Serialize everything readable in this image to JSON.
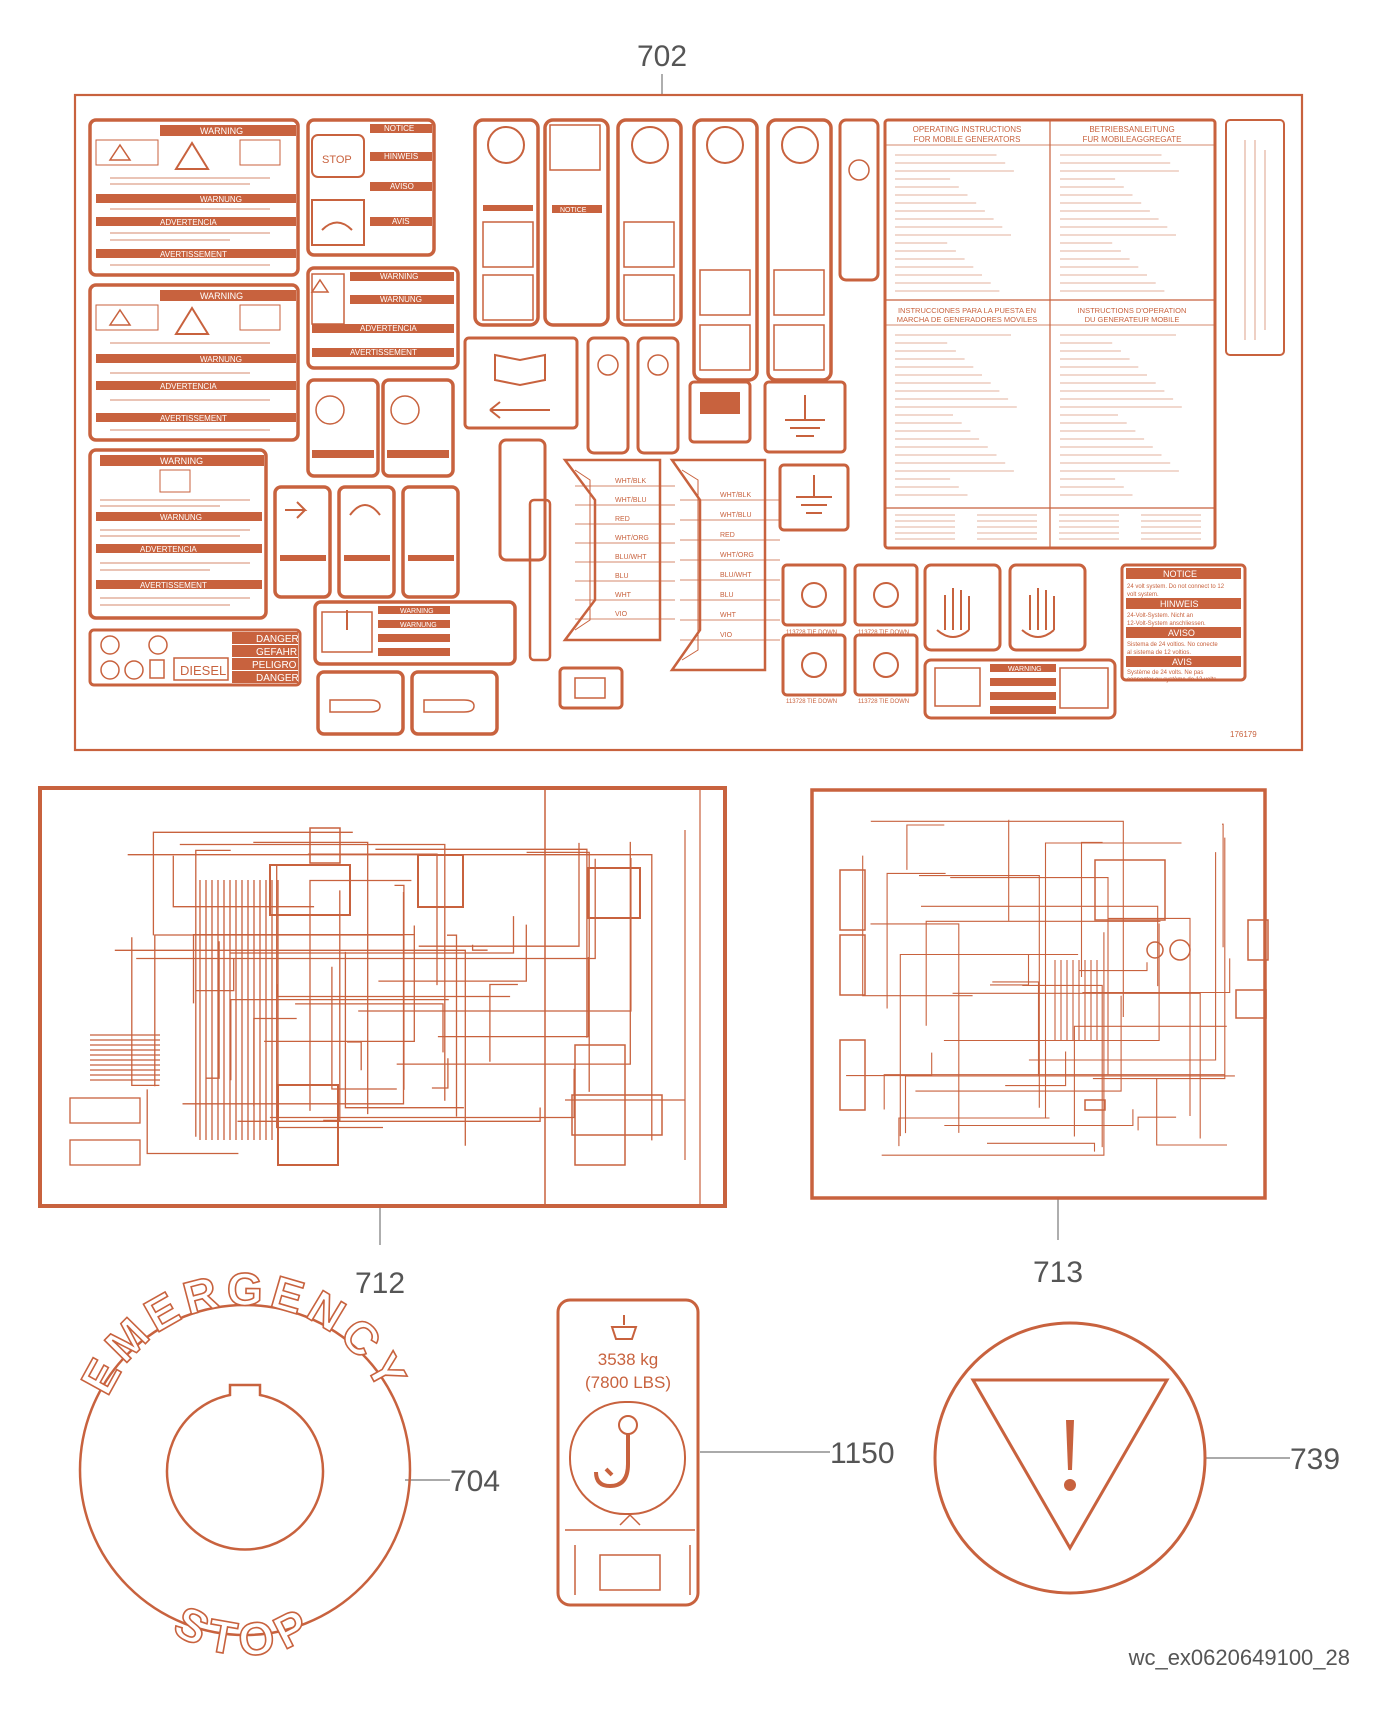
{
  "colors": {
    "ink": "#c8623e",
    "lead": "#555555",
    "bg": "#ffffff"
  },
  "callouts": {
    "c702": "702",
    "c712": "712",
    "c713": "713",
    "c704": "704",
    "c1150": "1150",
    "c739": "739"
  },
  "sheet_number": "176179",
  "label_headers": {
    "warning": "WARNING",
    "warnung": "WARNUNG",
    "advertencia": "ADVERTENCIA",
    "avertissement": "AVERTISSEMENT",
    "notice": "NOTICE",
    "hinweis": "HINWEIS",
    "aviso": "AVISO",
    "avis": "AVIS",
    "danger": "DANGER",
    "gefahr": "GEFAHR",
    "peligro": "PELIGRO",
    "diesel": "DIESEL",
    "stop": "STOP"
  },
  "instructions": {
    "en": [
      "OPERATING INSTRUCTIONS",
      "FOR MOBILE GENERATORS"
    ],
    "de": [
      "BETRIEBSANLEITUNG",
      "FUR MOBILEAGGREGATE"
    ],
    "es": [
      "INSTRUCCIONES PARA LA PUESTA EN",
      "MARCHA DE GENERADORES MOVILES"
    ],
    "fr": [
      "INSTRUCTIONS D'OPERATION",
      "DU GENERATEUR MOBILE"
    ]
  },
  "notice_24v": {
    "notice": "NOTICE",
    "en": [
      "24 volt system.  Do not connect to 12",
      "volt system."
    ],
    "hinweis": "HINWEIS",
    "de": [
      "24-Volt-System. Nicht an",
      "12-Volt-System anschliessen."
    ],
    "aviso": "AVISO",
    "es": [
      "Sistema de 24 voltios. No conecte",
      "al sistema de 12 voltios."
    ],
    "avis": "AVIS",
    "fr": [
      "Système de 24 volts. Ne pas",
      "connecter au système de 12 volts."
    ]
  },
  "tie_down": [
    "113728 TIE DOWN",
    "113728 TIE DOWN",
    "113728 TIE DOWN",
    "113728 TIE DOWN"
  ],
  "wire_colors_left": [
    "WHT/BLK",
    "WHT/BLU",
    "RED",
    "WHT/ORG",
    "BLU/WHT",
    "BLU",
    "WHT",
    "VIO"
  ],
  "wire_colors_right": [
    "WHT/BLK",
    "WHT/BLU",
    "RED",
    "WHT/ORG",
    "BLU/WHT",
    "BLU",
    "WHT",
    "VIO"
  ],
  "emergency_stop": {
    "top": "EMERGENCY",
    "bottom": "STOP"
  },
  "lifting_label": {
    "kg": "3538 kg",
    "lbs": "(7800 LBS)"
  },
  "footer_ref": "wc_ex0620649100_28"
}
